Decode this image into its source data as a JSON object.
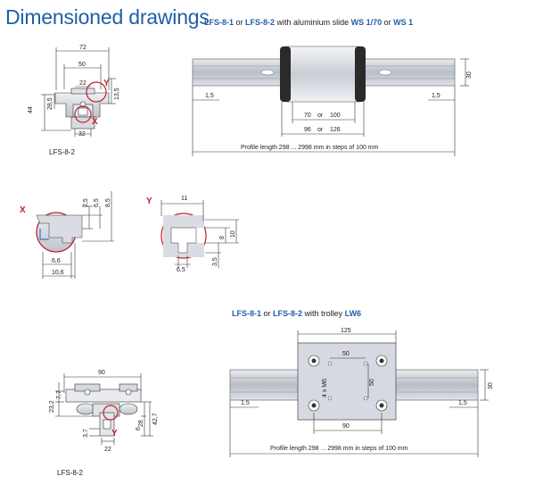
{
  "title": "Dimensioned drawings",
  "caption1": {
    "code1": "LFS-8-1",
    "or1": " or ",
    "code2": "LFS-8-2",
    "mid": " with aluminium slide ",
    "code3": "WS 1/70",
    "or2": " or ",
    "code4": "WS 1"
  },
  "caption2": {
    "code1": "LFS-8-1",
    "or1": " or ",
    "code2": "LFS-8-2",
    "mid": " with trolley ",
    "code3": "LW6"
  },
  "colors": {
    "accent": "#1f5fa8",
    "marker": "#c0202a",
    "slide": "#2a2a2a",
    "rail": "#c8ccd2",
    "plate": "#d6d9e2"
  },
  "section_top": {
    "label": "LFS-8-2",
    "dims": {
      "w72": "72",
      "w50": "50",
      "w22": "22",
      "h13_5": "13,5",
      "h28_5": "28,5",
      "h44": "44",
      "w32": "32"
    },
    "markers": {
      "y": "Y",
      "x": "X"
    }
  },
  "elev_top": {
    "d30": "30",
    "d1_5a": "1,5",
    "d1_5b": "1,5",
    "d70": "70",
    "or_a": "or",
    "d100": "100",
    "d96": "96",
    "or_b": "or",
    "d126": "126",
    "profile": "Profile length 298 ... 2998 mm in steps of 100 mm"
  },
  "detail_x": {
    "marker": "X",
    "d2_5": "2,5",
    "d6_5": "6,5",
    "d8_5": "8,5",
    "d6_6": "6,6",
    "d10_6": "10,6"
  },
  "detail_y": {
    "marker": "Y",
    "d11": "11",
    "d8": "8",
    "d10": "10",
    "d3_5": "3,5",
    "d6_5": "6,5"
  },
  "section_bottom": {
    "label": "LFS-8-2",
    "dims": {
      "w90": "90",
      "h7_7": "7,7",
      "h23_2": "23,2",
      "h28": "28",
      "h42_7": "42,7",
      "h6": "6",
      "h3_7": "3,7",
      "w22": "22"
    },
    "marker_y": "Y"
  },
  "elev_bottom": {
    "d125": "125",
    "d50a": "50",
    "d50b": "50",
    "bolt": "4 x M6",
    "d90": "90",
    "d30": "30",
    "d1_5a": "1,5",
    "d1_5b": "1,5",
    "profile": "Profile length 298 ... 2998 mm in steps of 100 mm"
  }
}
